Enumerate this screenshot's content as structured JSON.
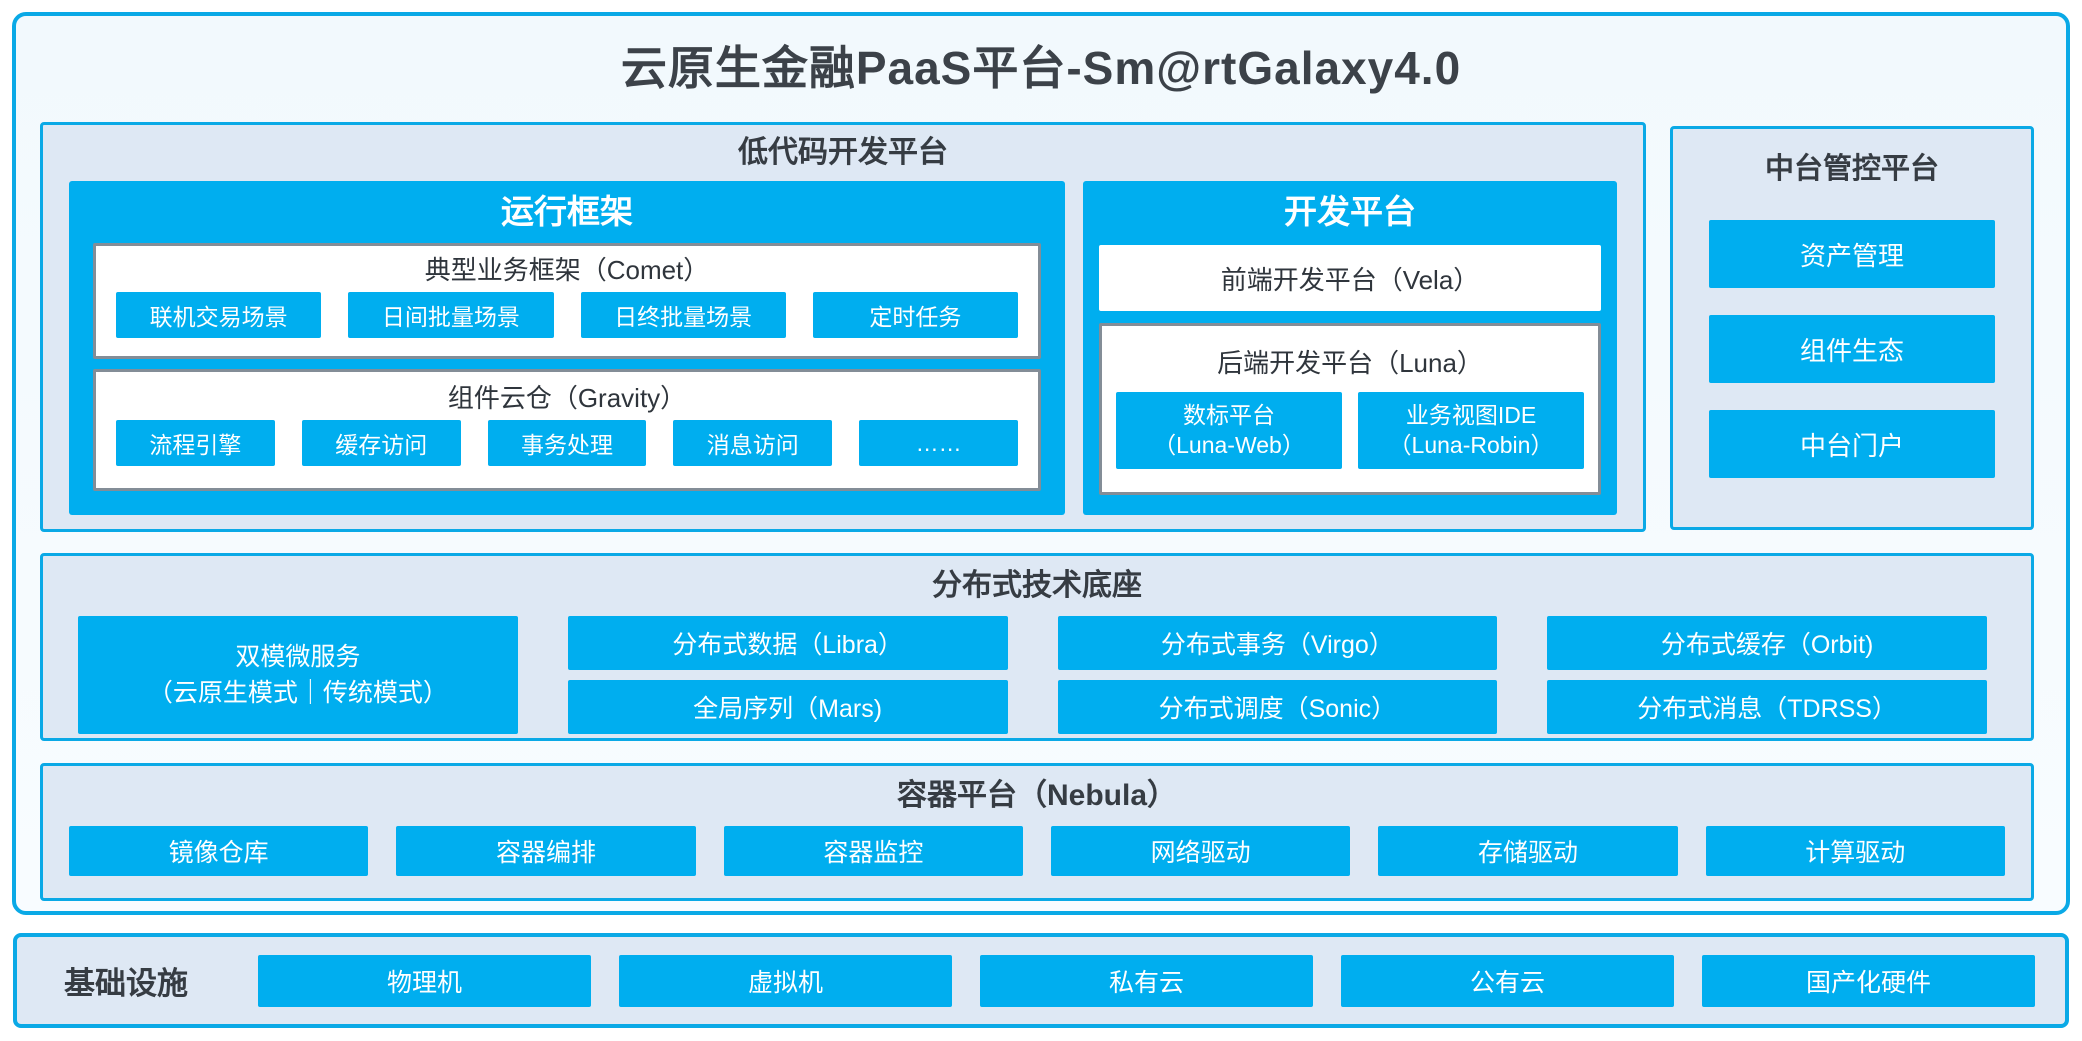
{
  "title": "云原生金融PaaS平台-Sm@rtGalaxy4.0",
  "colors": {
    "primary_blue": "#00aeef",
    "border_blue": "#0aa9e6",
    "section_fill": "#dee8f4",
    "gray_border": "#838d97",
    "dark_text": "#3c4249",
    "white_text": "#ffffff"
  },
  "low_code": {
    "title": "低代码开发平台",
    "runtime": {
      "title": "运行框架",
      "comet": {
        "title": "典型业务框架（Comet）",
        "items": [
          "联机交易场景",
          "日间批量场景",
          "日终批量场景",
          "定时任务"
        ]
      },
      "gravity": {
        "title": "组件云仓（Gravity）",
        "items": [
          "流程引擎",
          "缓存访问",
          "事务处理",
          "消息访问",
          "……"
        ]
      }
    },
    "dev": {
      "title": "开发平台",
      "vela": "前端开发平台（Vela）",
      "luna": {
        "title": "后端开发平台（Luna）",
        "items": [
          {
            "line1": "数标平台",
            "line2": "（Luna-Web）"
          },
          {
            "line1": "业务视图IDE",
            "line2": "（Luna-Robin）"
          }
        ]
      }
    }
  },
  "midend": {
    "title": "中台管控平台",
    "items": [
      "资产管理",
      "组件生态",
      "中台门户"
    ]
  },
  "distributed": {
    "title": "分布式技术底座",
    "dual_mode": {
      "line1": "双模微服务",
      "line2": "（云原生模式｜传统模式）"
    },
    "grid": [
      [
        "分布式数据（Libra）",
        "分布式事务（Virgo）",
        "分布式缓存（Orbit)"
      ],
      [
        "全局序列（Mars)",
        "分布式调度（Sonic）",
        "分布式消息（TDRSS）"
      ]
    ]
  },
  "container_platform": {
    "title": "容器平台（Nebula）",
    "items": [
      "镜像仓库",
      "容器编排",
      "容器监控",
      "网络驱动",
      "存储驱动",
      "计算驱动"
    ]
  },
  "infrastructure": {
    "label": "基础设施",
    "items": [
      "物理机",
      "虚拟机",
      "私有云",
      "公有云",
      "国产化硬件"
    ]
  }
}
